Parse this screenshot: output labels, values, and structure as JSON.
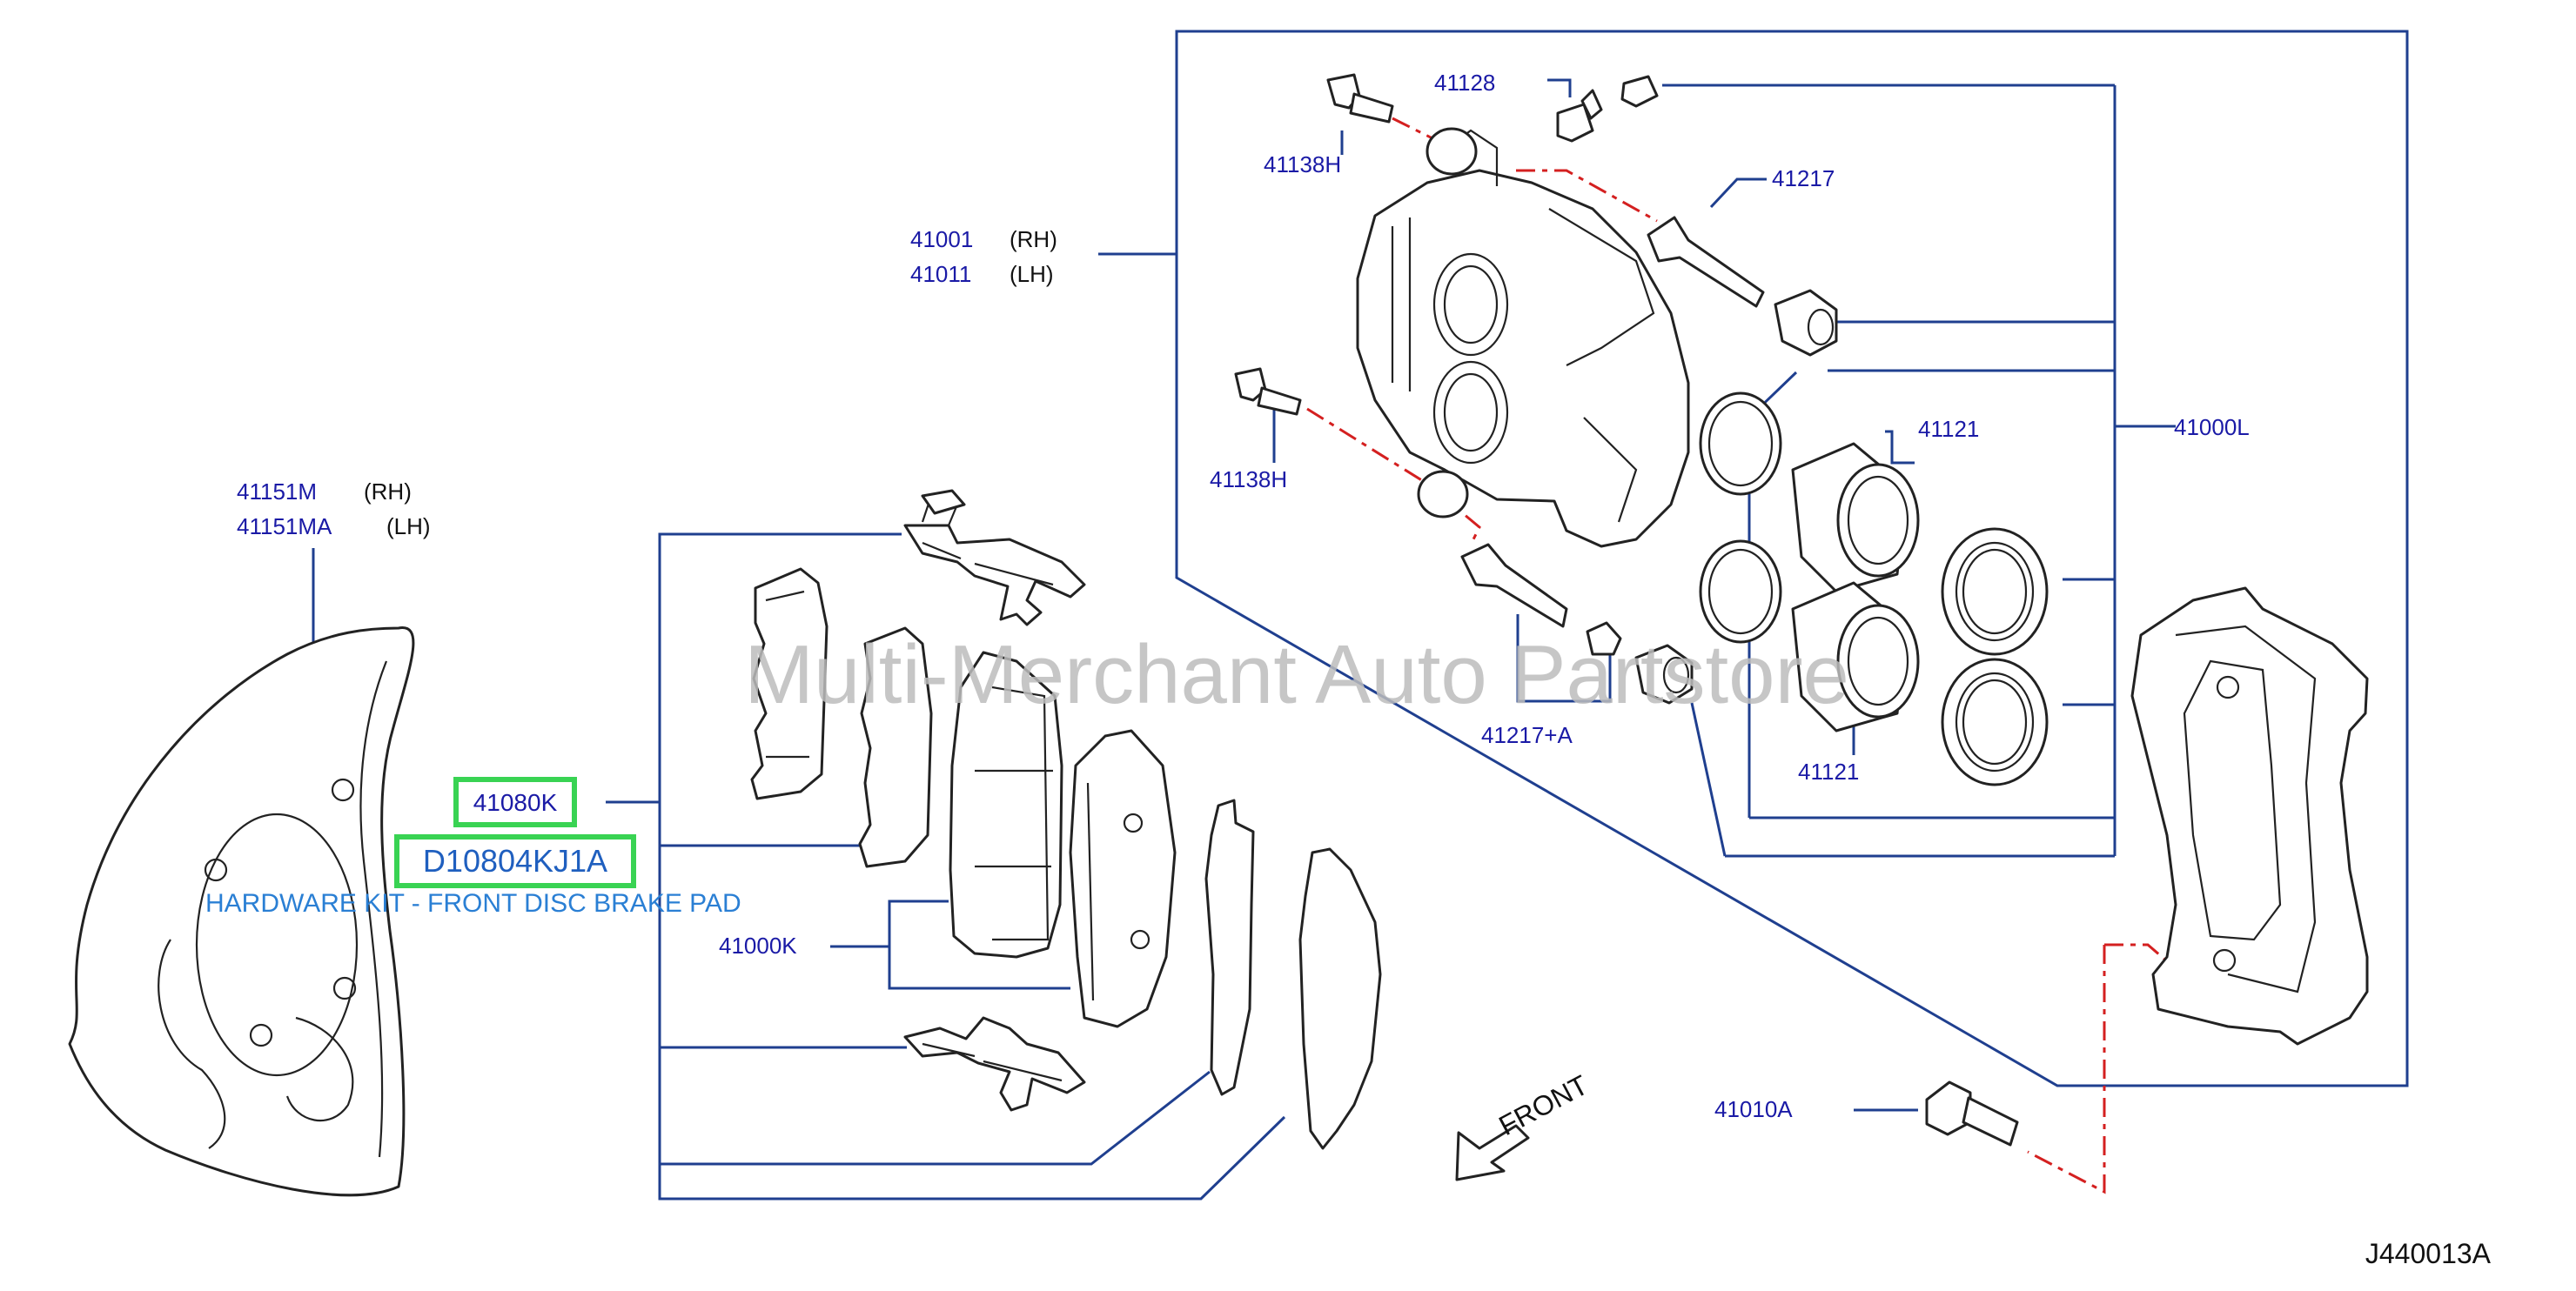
{
  "diagram_code": "J440013A",
  "watermark": "Multi-Merchant Auto Partstore",
  "highlighted": {
    "part_41080K": "41080K",
    "part_D10804KJ1A": "D10804KJ1A",
    "description": "HARDWARE KIT - FRONT DISC BRAKE PAD"
  },
  "callouts": {
    "c41128": "41128",
    "c41138H_top": "41138H",
    "c41217": "41217",
    "c41001": "41001",
    "c41001_side": "(RH)",
    "c41011": "41011",
    "c41011_side": "(LH)",
    "c41138H_mid": "41138H",
    "c41121_top": "41121",
    "c41000L": "41000L",
    "c41217A": "41217+A",
    "c41121_bot": "41121",
    "c41151M": "41151M",
    "c41151M_side": "(RH)",
    "c41151MA": "41151MA",
    "c41151MA_side": "(LH)",
    "c41000K": "41000K",
    "c41010A": "41010A"
  },
  "direction_label": "FRONT",
  "colors": {
    "callout_text": "#1a1aa6",
    "leader_line": "#1f3f8f",
    "highlight_border": "#39d353",
    "highlight_text": "#1f5fbf",
    "description_text": "#2a7fd4",
    "centerline": "#d42020",
    "watermark": "#bdbdbd"
  }
}
